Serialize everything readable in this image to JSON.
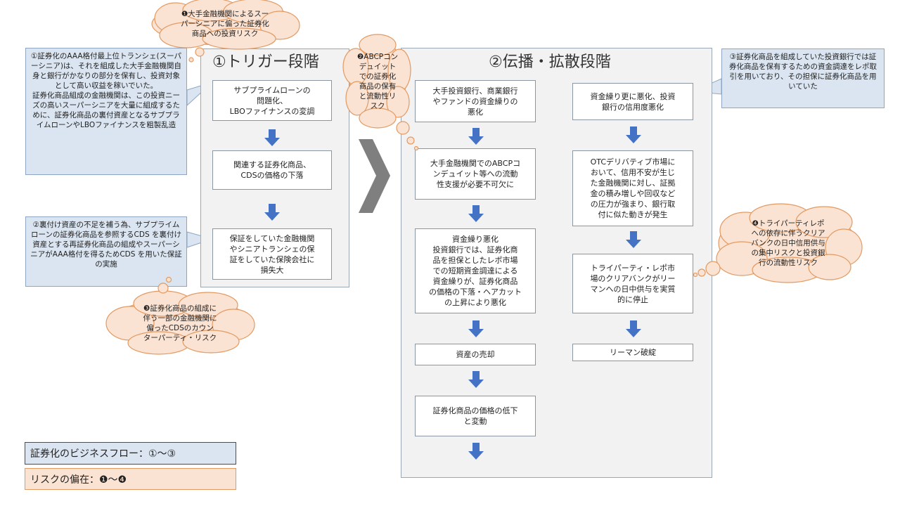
{
  "colors": {
    "stage_bg": "#f2f2f2",
    "note_bg": "#dae5f1",
    "cloud_bg": "#fbe3d3",
    "cloud_border": "#e39a62",
    "arrow": "#4472c4",
    "chevron": "#7f7f7f"
  },
  "stage1": {
    "title": "①トリガー段階",
    "box1": "サブプライムローンの\n問題化、\nLBOファイナンスの変調",
    "box2": "関連する証券化商品、\nCDSの価格の下落",
    "box3": "保証をしていた金融機関\nやシニアトランシェの保\n証をしていた保険会社に\n損失大"
  },
  "stage2": {
    "title": "②伝播・拡散段階",
    "left": {
      "box1": "大手投資銀行、商業銀行\nやファンドの資金繰りの\n悪化",
      "box2": "大手金融機関でのABCPコ\nンデュイット等への流動\n性支援が必要不可欠に",
      "box3": "資金繰り悪化\n投資銀行では、証券化商\n品を担保としたレポ市場\nでの短期資金調達による\n資金繰りが、証券化商品\nの価格の下落・ヘアカット\nの上昇により悪化",
      "box4": "資産の売却",
      "box5": "証券化商品の価格の低下\nと変動"
    },
    "right": {
      "box1": "資金繰り更に悪化、投資\n銀行の信用度悪化",
      "box2": "OTCデリバティブ市場に\nおいて、信用不安が生じ\nた金融機関に対し、証拠\n金の積み増しや回収など\nの圧力が強まり、銀行取\n付に似た動きが発生",
      "box3": "トライパーティ・レポ市\n場のクリアバンクがリー\nマンへの日中供与を実質\n的に停止",
      "box4": "リーマン破綻"
    }
  },
  "notes": {
    "note1": "①証券化のAAA格付最上位トランシェ(スーパーシニア)は、それを組成した大手金融機関自身と銀行がかなりの部分を保有し、投資対象として高い収益を稼いでいた。\n証券化商品組成の金融機関は、この投資ニーズの高いスーパーシニアを大量に組成するために、証券化商品の裏付資産となるサブプライムローンやLBOファイナンスを粗製乱造",
    "note2": "②裏付け資産の不足を補う為、サブプライムローンの証券化商品を参照するCDS を裏付け資産とする再証券化商品の組成やスーパーシニアがAAA格付を得るためCDS を用いた保証の実施",
    "note3": "③証券化商品を組成していた投資銀行では証券化商品を保有するための資金調達をレポ取引を用いており、その担保に証券化商品を用いていた"
  },
  "clouds": {
    "cloud1": "❶大手金融機関によるスー\nパーシニアに偏った証券化\n商品への投資リスク",
    "cloud2": "❷ABCPコン\nデュイット\nでの証券化\n商品の保有\nと流動性リ\nスク",
    "cloud3": "❸証券化商品の組成に\n伴う一部の金融機関に\n偏ったCDSのカウン\nターパーティ・リスク",
    "cloud4": "❹トライパーティレポ\nへの依存に伴うクリア\nバンクの日中信用供与\nの集中リスクと投資銀\n行の流動性リスク"
  },
  "legend": {
    "business_flow": "証券化のビジネスフロー：①～③",
    "risk": "リスクの偏在：❶～❹"
  }
}
